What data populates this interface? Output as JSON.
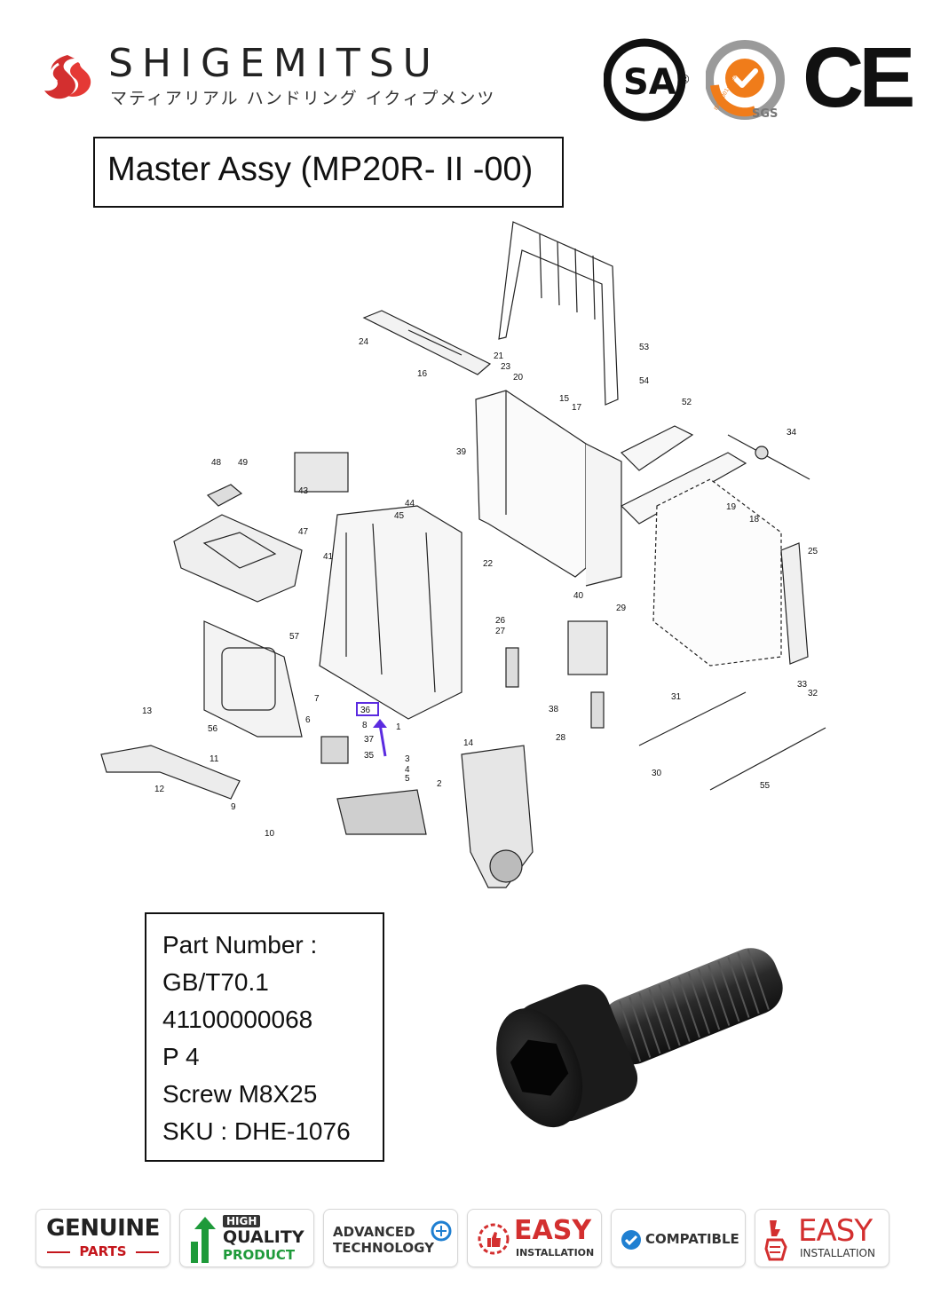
{
  "header": {
    "brand_name": "SHIGEMITSU",
    "brand_subtitle": "マティアリアル ハンドリング イクィプメンツ",
    "certifications": {
      "csa_label": "SA",
      "csa_registered": "®",
      "sgs_label": "SGS",
      "sgs_iso": "ISO 9001:2008",
      "ce_label": "CE"
    }
  },
  "title": "Master Assy (MP20R- II -00)",
  "diagram": {
    "highlighted_callout": "36",
    "callouts": [
      "1",
      "2",
      "3",
      "4",
      "5",
      "6",
      "7",
      "8",
      "9",
      "10",
      "11",
      "12",
      "13",
      "14",
      "15",
      "16",
      "17",
      "18",
      "19",
      "20",
      "21",
      "22",
      "23",
      "24",
      "25",
      "26",
      "27",
      "28",
      "29",
      "30",
      "31",
      "32",
      "33",
      "34",
      "35",
      "37",
      "38",
      "39",
      "40",
      "41",
      "43",
      "44",
      "45",
      "47",
      "48",
      "49",
      "52",
      "53",
      "54",
      "55",
      "56",
      "57"
    ]
  },
  "part_info": {
    "label": "Part Number :",
    "standard": "GB/T70.1",
    "code": "41100000068",
    "position": "P 4",
    "description": "Screw M8X25",
    "sku": "SKU : DHE-1076"
  },
  "badges": {
    "genuine_top": "GENUINE",
    "genuine_bottom": "PARTS",
    "hq_line1": "HIGH",
    "hq_line2": "QUALITY",
    "hq_line3": "PRODUCT",
    "adv_line1": "ADVANCED",
    "adv_line2": "TECHNOLOGY",
    "easy_line1": "EASY",
    "easy_line2": "INSTALLATION",
    "compatible": "COMPATIBLE",
    "easy2_line1": "EASY",
    "easy2_line2": "INSTALLATION"
  },
  "colors": {
    "brand_red": "#d32f2f",
    "highlight": "#5b2be0",
    "quality_green": "#1e9a3a",
    "sgs_orange": "#f07c1a",
    "compat_blue": "#1f7fd1"
  }
}
